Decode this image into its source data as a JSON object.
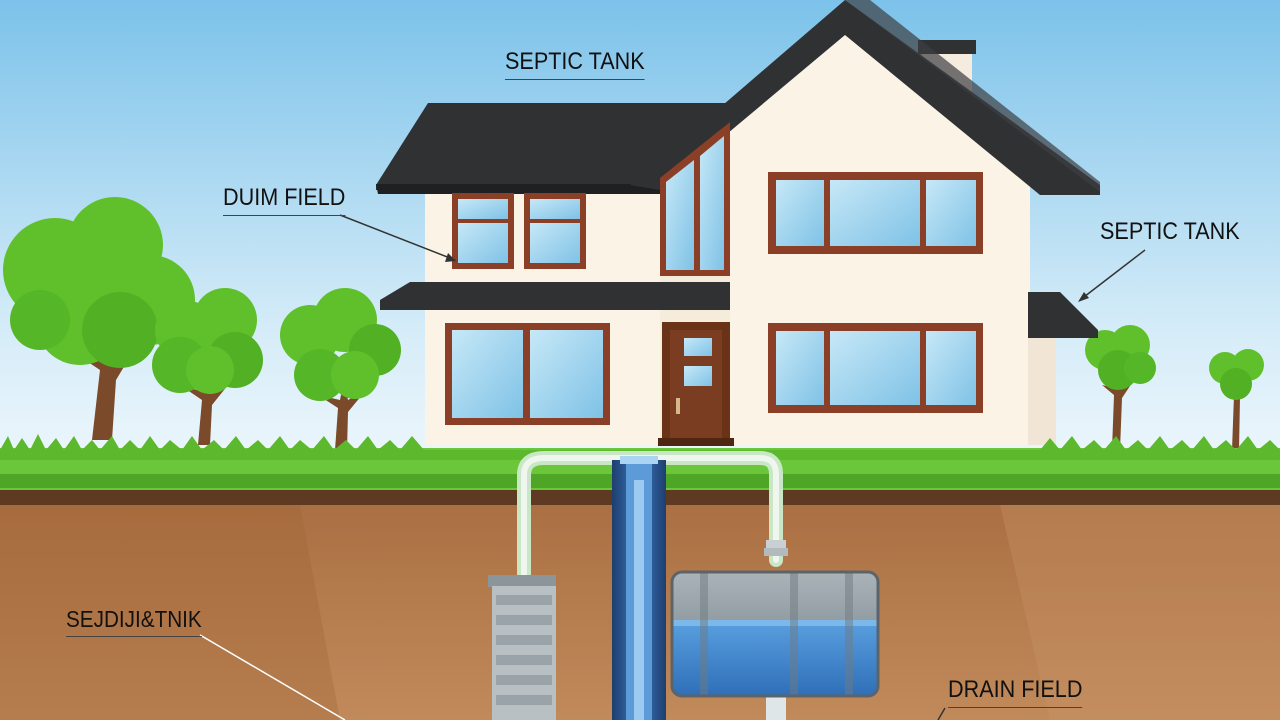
{
  "labels": {
    "top_center": "SEPTIC TANK",
    "upper_left": "DUIM FIELD",
    "upper_right": "SEPTIC TANK",
    "lower_left": "SEJDIJI&TNIK",
    "lower_right": "DRAIN FIELD"
  },
  "colors": {
    "sky_top": "#7fc3ea",
    "sky_bottom": "#e3f2fa",
    "grass": "#6cc63a",
    "soil": "#b8784a",
    "roof": "#2f3133",
    "wall": "#fbf3e6",
    "window_frame": "#8b3f26",
    "glass": "#9fd3ee",
    "door": "#7b3d22",
    "tree_foliage": "#5fc02c",
    "tree_trunk": "#7a4a2a",
    "water": "#4f8fd4",
    "pipe": "#d9e1e4"
  }
}
